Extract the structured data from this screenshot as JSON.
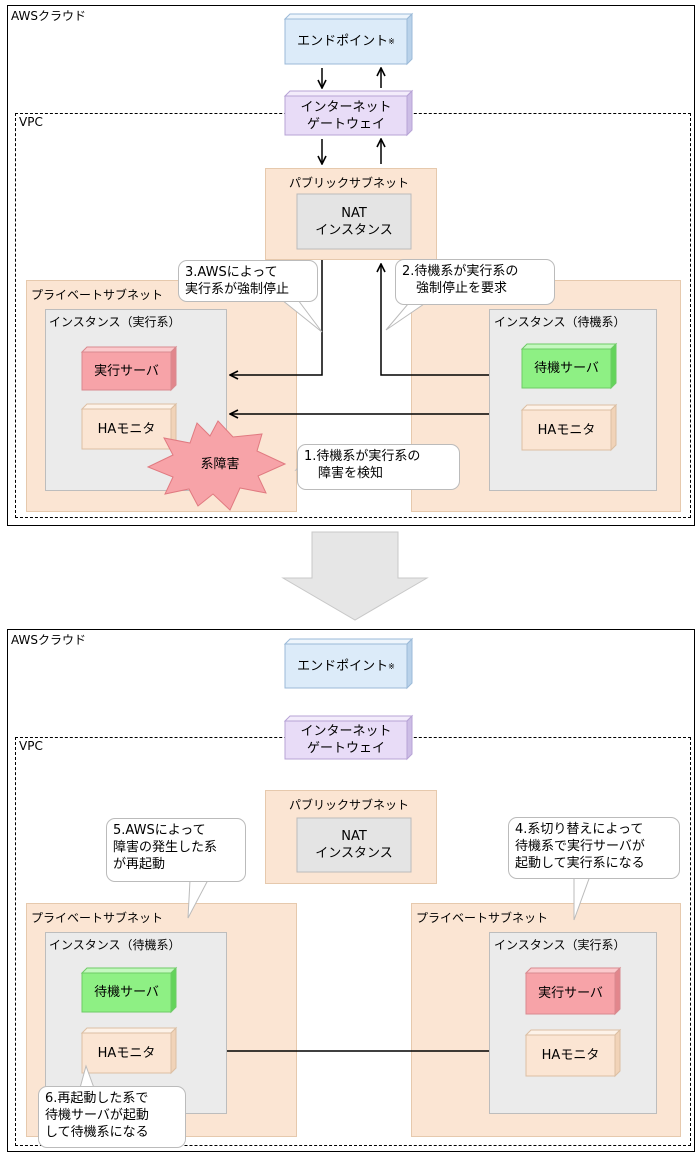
{
  "top": {
    "cloud_label": "AWSクラウド",
    "vpc_label": "VPC",
    "endpoint": "エンドポイント",
    "endpoint_mark": "※",
    "igw_line1": "インターネット",
    "igw_line2": "ゲートウェイ",
    "public_subnet": "パブリックサブネット",
    "nat_line1": "NAT",
    "nat_line2": "インスタンス",
    "private_subnet_left": "プライベートサブネット",
    "instance_left": "インスタンス（実行系）",
    "instance_right": "インスタンス（待機系）",
    "server_left": "実行サーバ",
    "server_right": "待機サーバ",
    "ha_left": "HAモニタ",
    "ha_right": "HAモニタ",
    "failure": "系障害",
    "callout1_line1": "1.待機系が実行系の",
    "callout1_line2": "障害を検知",
    "callout2_line1": "2.待機系が実行系の",
    "callout2_line2": "強制停止を要求",
    "callout3_line1": "3.AWSによって",
    "callout3_line2": "実行系が強制停止"
  },
  "bottom": {
    "cloud_label": "AWSクラウド",
    "vpc_label": "VPC",
    "endpoint": "エンドポイント",
    "endpoint_mark": "※",
    "igw_line1": "インターネット",
    "igw_line2": "ゲートウェイ",
    "public_subnet": "パブリックサブネット",
    "nat_line1": "NAT",
    "nat_line2": "インスタンス",
    "private_subnet_left": "プライベートサブネット",
    "private_subnet_right": "プライベートサブネット",
    "instance_left": "インスタンス（待機系）",
    "instance_right": "インスタンス（実行系）",
    "server_left": "待機サーバ",
    "server_right": "実行サーバ",
    "ha_left": "HAモニタ",
    "ha_right": "HAモニタ",
    "callout4_line1": "4.系切り替えによって",
    "callout4_line2": "待機系で実行サーバが",
    "callout4_line3": "起動して実行系になる",
    "callout5_line1": "5.AWSによって",
    "callout5_line2": "障害の発生した系",
    "callout5_line3": "が再起動",
    "callout6_line1": "6.再起動した系で",
    "callout6_line2": "待機サーバが起動",
    "callout6_line3": "して待機系になる"
  },
  "colors": {
    "subnet": "#fbe5d3",
    "instance": "#ebebeb",
    "endpoint": "#dcebf9",
    "igw": "#e8dcf7",
    "exec_server": "#f7a3a8",
    "standby_server": "#8ef084",
    "ha_monitor": "#fbe5d3",
    "failure": "#f7a3a8"
  }
}
